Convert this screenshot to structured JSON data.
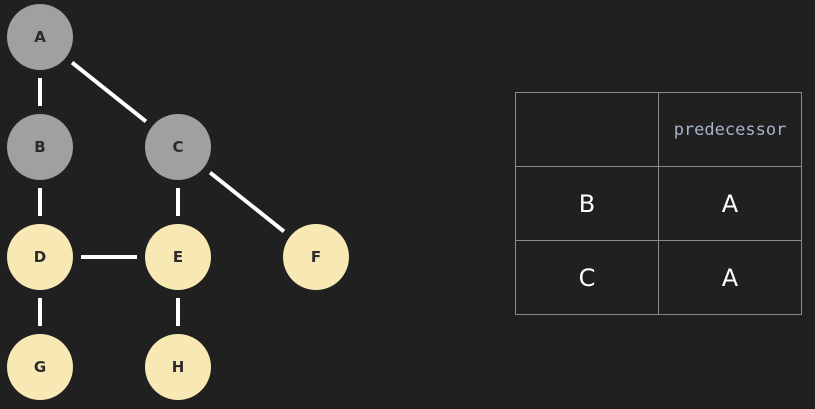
{
  "colors": {
    "background": "#202020",
    "visited_node": "#a0a0a0",
    "unvisited_node": "#f8e9b4",
    "edge": "#ffffff",
    "table_border": "#8a8a8a",
    "header_text": "#a6b2c8"
  },
  "graph": {
    "nodes": [
      {
        "id": "A",
        "label": "A",
        "state": "visited"
      },
      {
        "id": "B",
        "label": "B",
        "state": "visited"
      },
      {
        "id": "C",
        "label": "C",
        "state": "visited"
      },
      {
        "id": "D",
        "label": "D",
        "state": "unvisited"
      },
      {
        "id": "E",
        "label": "E",
        "state": "unvisited"
      },
      {
        "id": "F",
        "label": "F",
        "state": "unvisited"
      },
      {
        "id": "G",
        "label": "G",
        "state": "unvisited"
      },
      {
        "id": "H",
        "label": "H",
        "state": "unvisited"
      }
    ],
    "edges": [
      {
        "from": "A",
        "to": "B"
      },
      {
        "from": "A",
        "to": "C"
      },
      {
        "from": "B",
        "to": "D"
      },
      {
        "from": "C",
        "to": "E"
      },
      {
        "from": "C",
        "to": "F"
      },
      {
        "from": "D",
        "to": "E"
      },
      {
        "from": "D",
        "to": "G"
      },
      {
        "from": "E",
        "to": "H"
      }
    ]
  },
  "table": {
    "header": [
      "",
      "predecessor"
    ],
    "rows": [
      [
        "B",
        "A"
      ],
      [
        "C",
        "A"
      ]
    ]
  }
}
